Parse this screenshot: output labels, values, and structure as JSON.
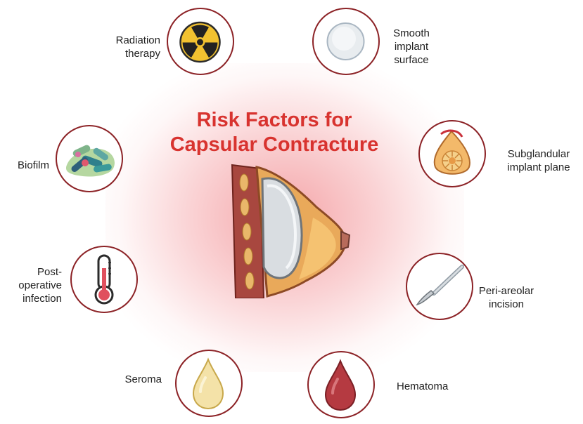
{
  "diagram": {
    "title_line1": "Risk Factors for",
    "title_line2": "Capsular Contracture",
    "factors": [
      {
        "label": "Radiation therapy",
        "icon": "radiation-icon"
      },
      {
        "label": "Smooth implant surface",
        "icon": "smooth-implant-icon"
      },
      {
        "label": "Biofilm",
        "icon": "bacteria-icon"
      },
      {
        "label": "Subglandular implant plane",
        "icon": "breast-gland-icon"
      },
      {
        "label": "Post-operative infection",
        "icon": "thermometer-icon"
      },
      {
        "label": "Peri-areolar incision",
        "icon": "scalpel-icon"
      },
      {
        "label": "Seroma",
        "icon": "fluid-drop-icon"
      },
      {
        "label": "Hematoma",
        "icon": "blood-drop-icon"
      }
    ],
    "colors": {
      "title": "#d8332f",
      "circle_border": "#8c2226",
      "glow": "#ee6e73"
    }
  }
}
